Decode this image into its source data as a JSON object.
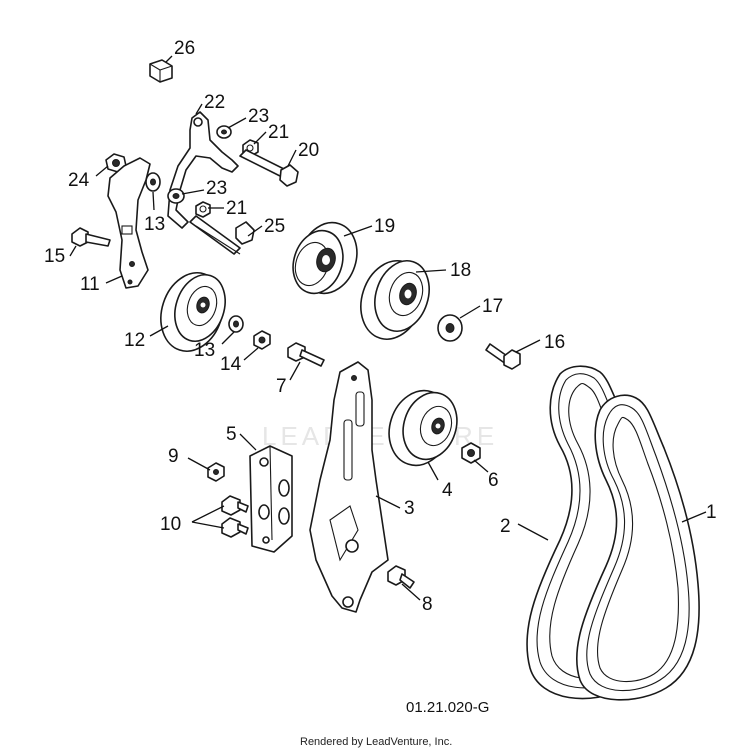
{
  "callouts": {
    "c26": "26",
    "c22": "22",
    "c23a": "23",
    "c21a": "21",
    "c20": "20",
    "c24": "24",
    "c13a": "13",
    "c23b": "23",
    "c21b": "21",
    "c25": "25",
    "c19": "19",
    "c15": "15",
    "c18": "18",
    "c11": "11",
    "c17": "17",
    "c12": "12",
    "c13b": "13",
    "c14": "14",
    "c16": "16",
    "c7": "7",
    "c5": "5",
    "c9": "9",
    "c4": "4",
    "c6": "6",
    "c3": "3",
    "c1": "1",
    "c2": "2",
    "c10": "10",
    "c8": "8"
  },
  "diagram_code": "01.21.020-G",
  "credit": "Rendered by LeadVenture, Inc.",
  "watermark": "LEADVENTURE"
}
